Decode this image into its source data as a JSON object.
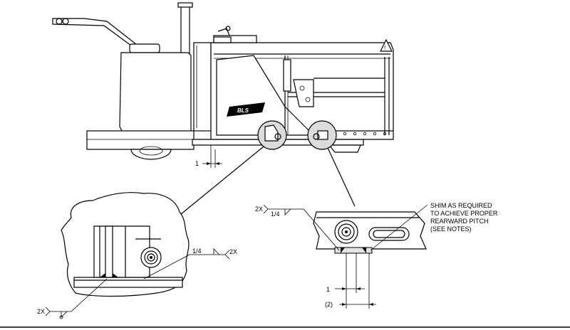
{
  "main_view": {
    "dimension_label": "1",
    "logo_text": "BLS"
  },
  "left_detail": {
    "weld_size": "1/4",
    "weld_count_right": "2X",
    "weld_count_bottom": "2X"
  },
  "right_detail": {
    "weld_count": "2X",
    "weld_size": "1/4",
    "note_lines": [
      "SHIM AS REQUIRED",
      "TO ACHIEVE PROPER",
      "REARWARD PITCH",
      "(SEE NOTES)"
    ],
    "dimension_1": "1",
    "dimension_2": "(2)"
  }
}
